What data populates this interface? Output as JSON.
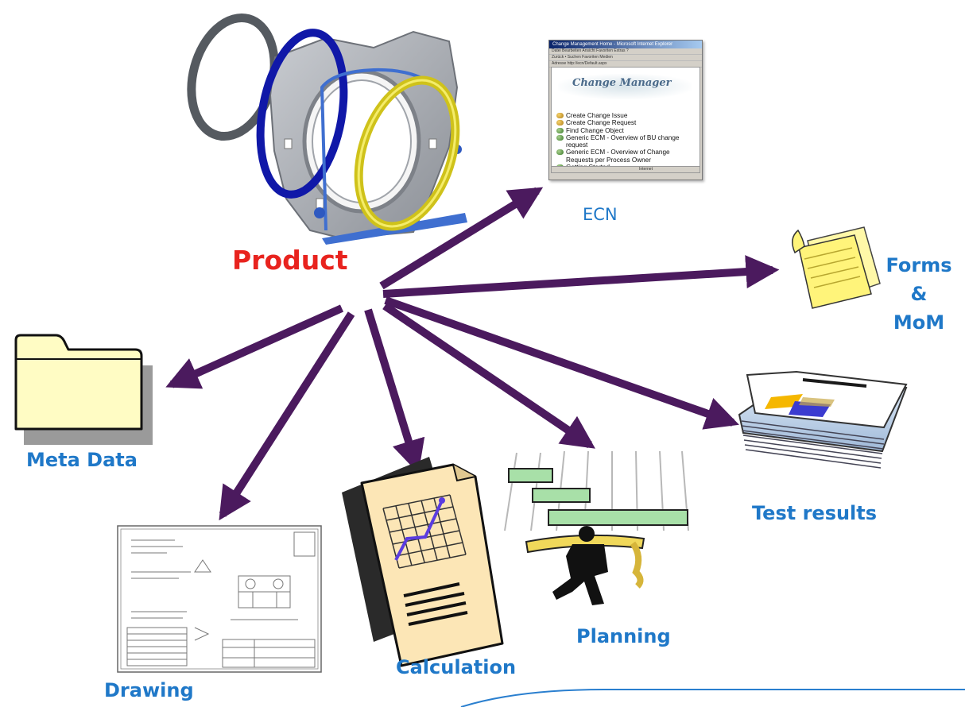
{
  "labels": {
    "product": "Product",
    "ecn": "ECN",
    "forms_line1": "Forms",
    "forms_line2": "&",
    "forms_line3": "MoM",
    "meta_data": "Meta Data",
    "test_results": "Test results",
    "planning": "Planning",
    "calculation": "Calculation",
    "drawing": "Drawing"
  },
  "ecn_window": {
    "title": "Change Management Home - Microsoft Internet Explorer",
    "menu_bar": "Datei  Bearbeiten  Ansicht  Favoriten  Extras  ?",
    "toolbar": "Zurück  •  Suchen  Favoriten  Medien",
    "address": "Adresse  http://ecn/Default.aspx",
    "heading": "Change Manager",
    "menu_items": [
      "Create Change Issue",
      "Create Change Request",
      "Find Change Object",
      "Generic ECM - Overview of BU change request",
      "Generic ECM - Overview of Change Requests per Process Owner",
      "Getting Started"
    ],
    "status": "Internet"
  },
  "colors": {
    "arrow": "#4b1a5e",
    "label_blue": "#1f78c8",
    "product_red": "#e8231e",
    "folder_fill": "#fffcc4",
    "note_fill": "#fff47a"
  }
}
